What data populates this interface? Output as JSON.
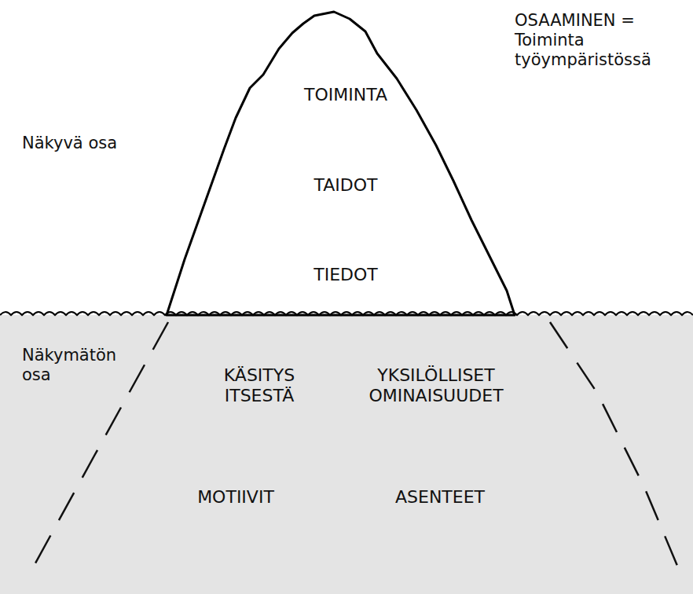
{
  "diagram": {
    "nodes": [
      {
        "text": [
          "TOIMINTA",
          "TAIDOT",
          "TIEDOT",
          "KÄSITYS ITSESTÄ",
          "YKSILÖLLISET OMINAISUUDET",
          "MOTIIVIT",
          "ASENTEET"
        ]
      }
    ],
    "labels": [
      "OSAAMINEN = Toiminta työympäristössä",
      "Näkyvä osa",
      "Näkymätön osa"
    ]
  }
}
